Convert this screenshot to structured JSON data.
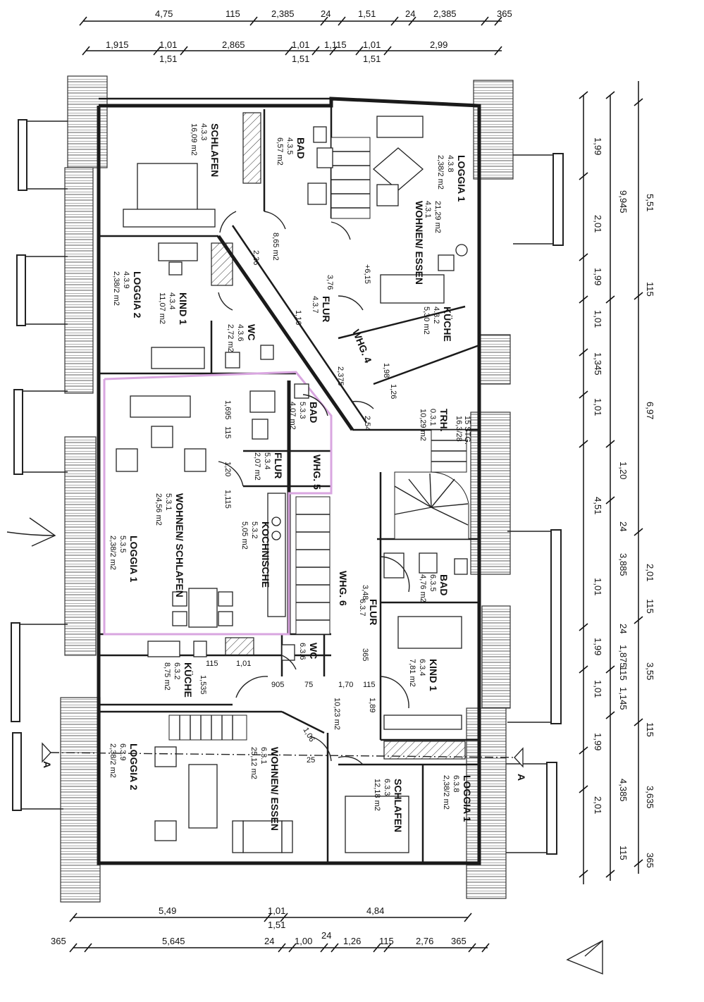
{
  "rooms": [
    {
      "name": "SCHLAFEN",
      "code": "4.3.3",
      "area": "16,09 m2"
    },
    {
      "name": "BAD",
      "code": "4.3.5",
      "area": "6,57 m2"
    },
    {
      "name": "WOHNEN/ ESSEN",
      "code": "4.3.1",
      "area": "21,29 m2"
    },
    {
      "name": "LOGGIA 1",
      "code": "4.3.8",
      "area": "2,38/2 m2"
    },
    {
      "name": "LOGGIA 2",
      "code": "4.3.9",
      "area": "2,38/2 m2"
    },
    {
      "name": "KIND 1",
      "code": "4.3.4",
      "area": "11,07 m2"
    },
    {
      "name": "WC",
      "code": "4.3.6",
      "area": "2,72 m2"
    },
    {
      "name": "FLUR",
      "code": "4.3.7",
      "area": "8,65 m2"
    },
    {
      "name": "KÜCHE",
      "code": "4.3.2",
      "area": "5,30 m2"
    },
    {
      "name": "TRH.",
      "code": "0.3.1",
      "area": "10,29 m2"
    },
    {
      "name": "BAD",
      "code": "5.3.3",
      "area": "4,07 m2"
    },
    {
      "name": "FLUR",
      "code": "5.3.4",
      "area": "2,07 m2"
    },
    {
      "name": "WOHNEN/ SCHLAFEN",
      "code": "5.3.1",
      "area": "24,56 m2"
    },
    {
      "name": "KOCHNISCHE",
      "code": "5.3.2",
      "area": "5,05 m2"
    },
    {
      "name": "LOGGIA 1",
      "code": "5.3.5",
      "area": "2,38/2 m2"
    },
    {
      "name": "BAD",
      "code": "6.3.5",
      "area": "4,76 m2"
    },
    {
      "name": "FLUR",
      "code": "6.3.7",
      "area": "10,23 m2"
    },
    {
      "name": "KIND 1",
      "code": "6.3.4",
      "area": "7,81 m2"
    },
    {
      "name": "KÜCHE",
      "code": "6.3.2",
      "area": "8,75 m2"
    },
    {
      "name": "WC",
      "code": "6.3.6",
      "area": ""
    },
    {
      "name": "WOHNEN/ ESSEN",
      "code": "6.3.1",
      "area": "25,12 m2"
    },
    {
      "name": "SCHLAFEN",
      "code": "6.3.3",
      "area": "12,18 m2"
    },
    {
      "name": "LOGGIA 2",
      "code": "6.3.9",
      "area": "2,38/2 m2"
    },
    {
      "name": "LOGGIA 1",
      "code": "6.3.8",
      "area": "2,38/2 m2"
    }
  ],
  "units": {
    "w4": "WHG. 4",
    "w5": "WHG. 5",
    "w6": "WHG. 6"
  },
  "stair_note": {
    "l1": "15 STG.",
    "l2": "16,3/28"
  },
  "level": "+6,15",
  "dims": {
    "top1": [
      "4,75",
      "115",
      "2,385",
      "24",
      "1,51",
      "24",
      "2,385",
      "365"
    ],
    "top2": [
      "1,915",
      "1,01",
      "1,51",
      "2,865",
      "1,01",
      "1,51",
      "1,115",
      "1,01",
      "1,51",
      "2,99"
    ],
    "bot1": [
      "5,49",
      "1,01",
      "1,51",
      "4,84"
    ],
    "bot2": [
      "365",
      "5,645",
      "24",
      "1,00",
      "24",
      "1,26",
      "115",
      "2,76",
      "365"
    ],
    "right1": [
      "1,99",
      "2,01",
      "1,99",
      "1,01",
      "1,345",
      "1,01",
      "1,20",
      "4,51",
      "1,01",
      "1,99",
      "1,01",
      "1,99",
      "2,01"
    ],
    "right2": [
      "5,51",
      "9,945",
      "115",
      "6,97",
      "24",
      "3,885",
      "2,01",
      "115",
      "24",
      "1,875",
      "3,55",
      "115",
      "1,145",
      "115",
      "4,385",
      "3,635",
      "115",
      "365"
    ],
    "inner": [
      "2,36",
      "1,16",
      "3,76",
      "2,375",
      "1,695",
      "115",
      "1,20",
      "1,115",
      "1,26",
      "1,98",
      "2,54",
      "3,48",
      "365",
      "905",
      "75",
      "1,70",
      "115",
      "1,89",
      "1,06",
      "25",
      "1,01",
      "1,535",
      "115"
    ]
  },
  "section": {
    "left": "A",
    "right": "A"
  }
}
